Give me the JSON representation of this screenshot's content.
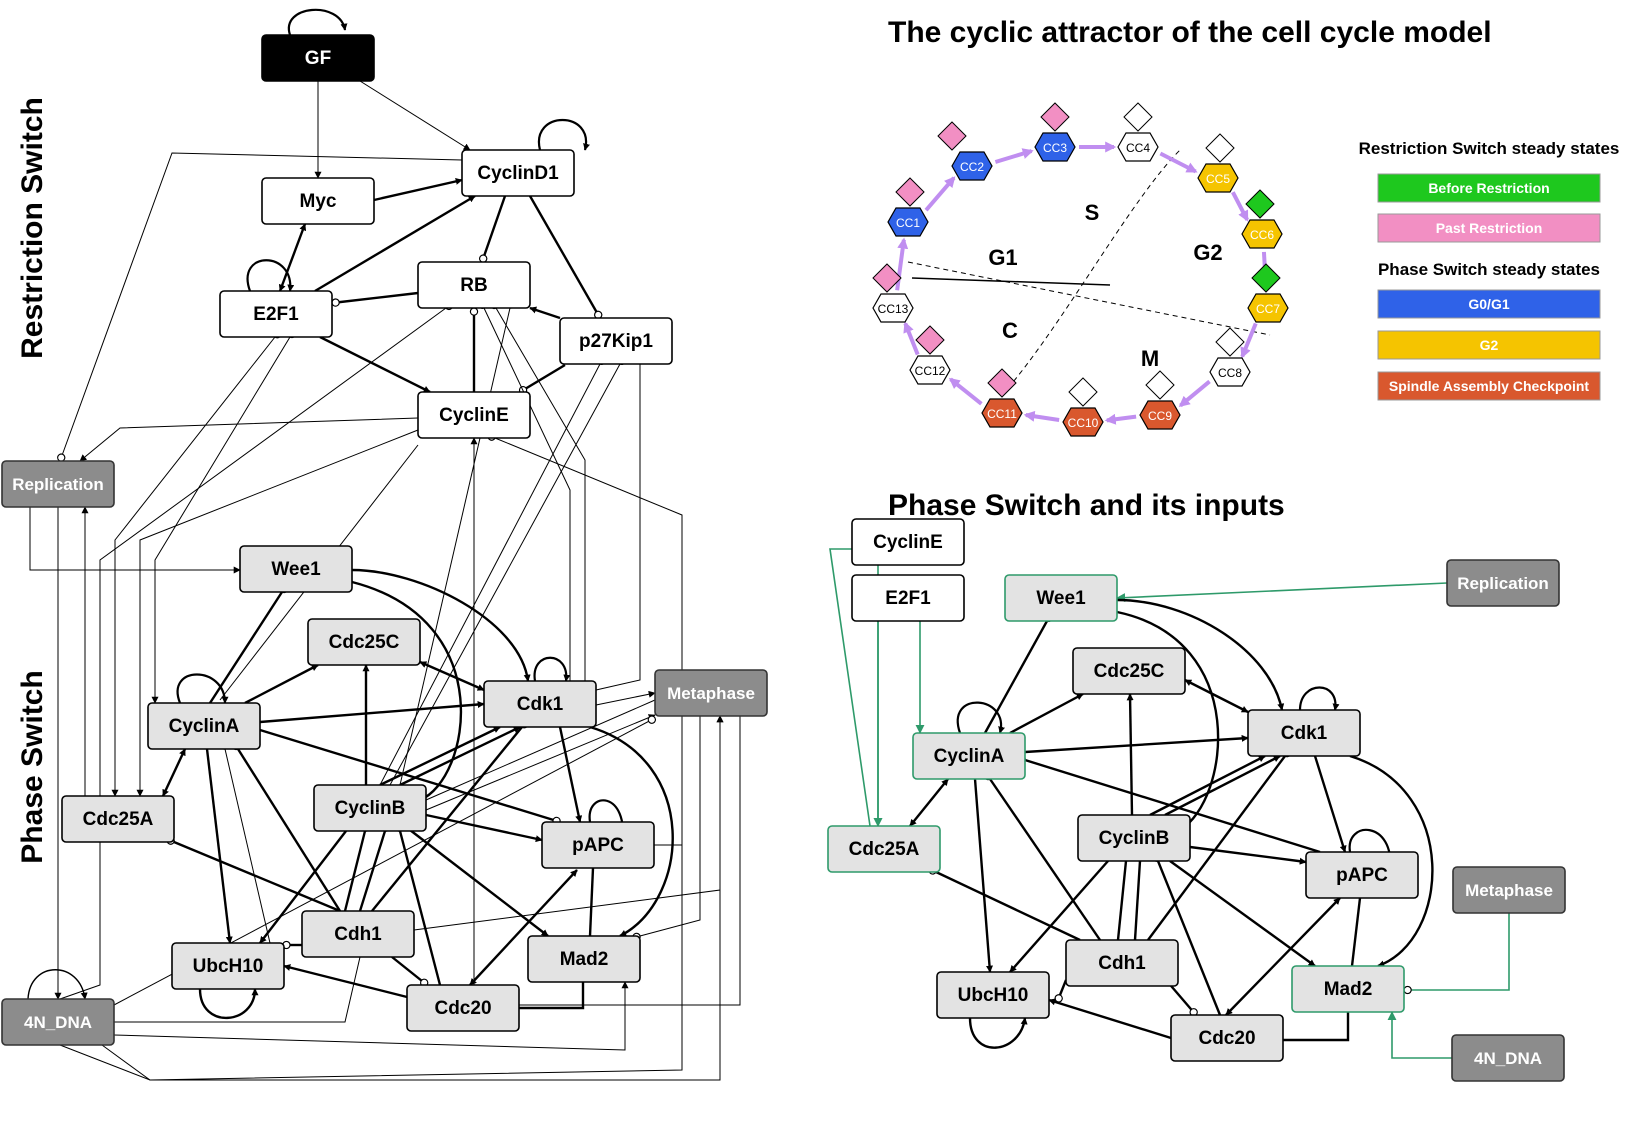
{
  "titles": {
    "attractor": "The cyclic attractor of the cell cycle model",
    "phase_inputs": "Phase Switch and its inputs"
  },
  "sections": {
    "restriction": "Restriction Switch",
    "phase": "Phase Switch"
  },
  "colors": {
    "before_restriction": "#1ec81e",
    "past_restriction": "#f28fc3",
    "g0g1": "#2f62e8",
    "g2": "#f5c400",
    "sac": "#d9582e",
    "dark_node": "#8c8c8c",
    "light_node": "#e3e3e3",
    "input_green": "#2e9a6a",
    "attractor_arrow": "#c08ef0"
  },
  "nodes": {
    "GF": "GF",
    "Myc": "Myc",
    "CyclinD1": "CyclinD1",
    "RB": "RB",
    "E2F1": "E2F1",
    "p27Kip1": "p27Kip1",
    "CyclinE": "CyclinE",
    "Replication": "Replication",
    "Wee1": "Wee1",
    "Cdc25C": "Cdc25C",
    "Cdk1": "Cdk1",
    "Metaphase": "Metaphase",
    "CyclinA": "CyclinA",
    "Cdc25A": "Cdc25A",
    "CyclinB": "CyclinB",
    "pAPC": "pAPC",
    "Cdh1": "Cdh1",
    "Mad2": "Mad2",
    "UbcH10": "UbcH10",
    "Cdc20": "Cdc20",
    "N4_DNA": "4N_DNA"
  },
  "attractor": {
    "states": [
      {
        "id": "cc1",
        "label": "CC1"
      },
      {
        "id": "cc2",
        "label": "CC2"
      },
      {
        "id": "cc3",
        "label": "CC3"
      },
      {
        "id": "cc4",
        "label": "CC4"
      },
      {
        "id": "cc5",
        "label": "CC5"
      },
      {
        "id": "cc6",
        "label": "CC6"
      },
      {
        "id": "cc7",
        "label": "CC7"
      },
      {
        "id": "cc8",
        "label": "CC8"
      },
      {
        "id": "cc9",
        "label": "CC9"
      },
      {
        "id": "cc10",
        "label": "CC10"
      },
      {
        "id": "cc11",
        "label": "CC11"
      },
      {
        "id": "cc12",
        "label": "CC12"
      },
      {
        "id": "cc13",
        "label": "CC13"
      }
    ],
    "phases": {
      "S": "S",
      "G1": "G1",
      "G2": "G2",
      "C": "C",
      "M": "M"
    }
  },
  "legend": {
    "restriction_header": "Restriction Switch steady states",
    "before": "Before Restriction",
    "past": "Past Restriction",
    "phase_header": "Phase Switch steady states",
    "g0g1": "G0/G1",
    "g2": "G2",
    "sac": "Spindle Assembly Checkpoint"
  }
}
